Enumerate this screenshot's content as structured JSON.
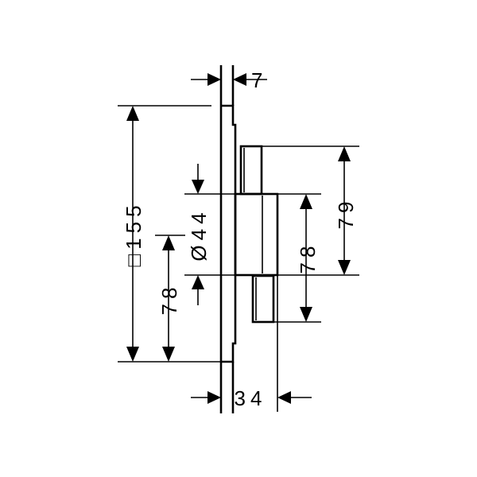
{
  "dimensions": {
    "plate_thickness": "7",
    "plate_square": "□155",
    "knob_diameter": "Ø44",
    "lower_offset": "78",
    "right_offset": "78",
    "top_offset": "79",
    "projection": "34"
  },
  "colors": {
    "ink": "#000000",
    "background": "#ffffff"
  }
}
